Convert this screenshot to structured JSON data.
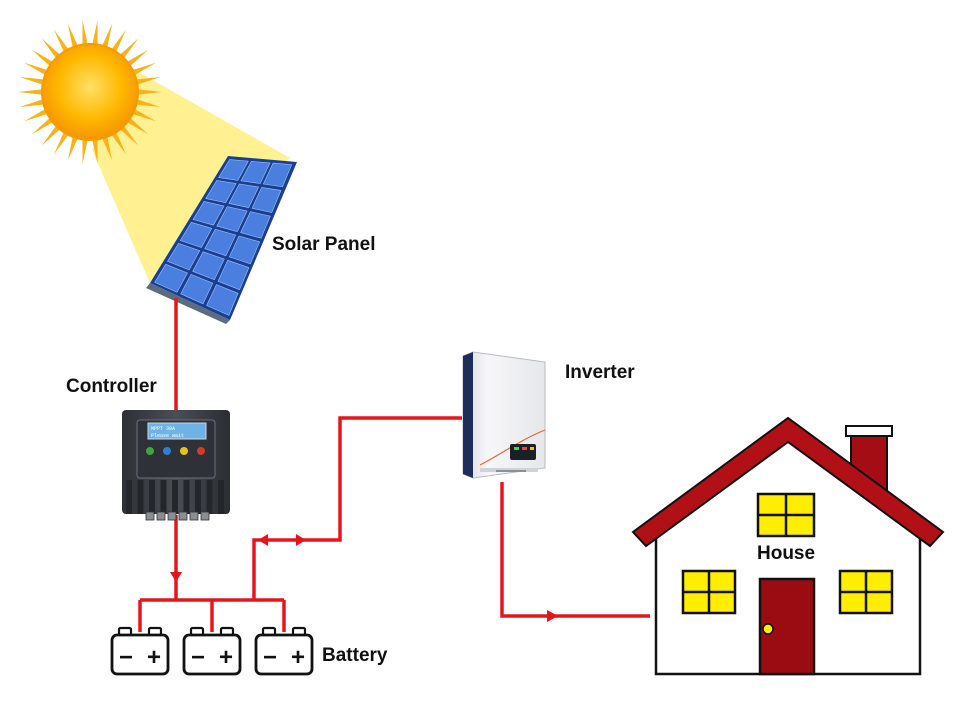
{
  "labels": {
    "solar_panel": "Solar Panel",
    "controller": "Controller",
    "inverter": "Inverter",
    "house": "House",
    "battery": "Battery"
  },
  "battery_terminals": {
    "minus": "−",
    "plus": "+"
  },
  "controller_screen": {
    "line1": "MPPT 30A",
    "line2": "Please wait"
  },
  "colors": {
    "wire": "#e8141b",
    "sun": "#ffb000",
    "sun_rays": "#f7b21a",
    "light_beam": "#ffef8a",
    "panel_cell": "#3c6fd8",
    "panel_frame": "#1b3f8f",
    "house_roof": "#b01016",
    "house_window": "#ffee00",
    "house_door": "#9a0c12",
    "controller_body": "#3b3f45",
    "inverter_body": "#f2f2f4"
  },
  "icons": [
    "sun-icon",
    "solar-panel-icon",
    "controller-icon",
    "inverter-icon",
    "house-icon",
    "battery-icon"
  ]
}
